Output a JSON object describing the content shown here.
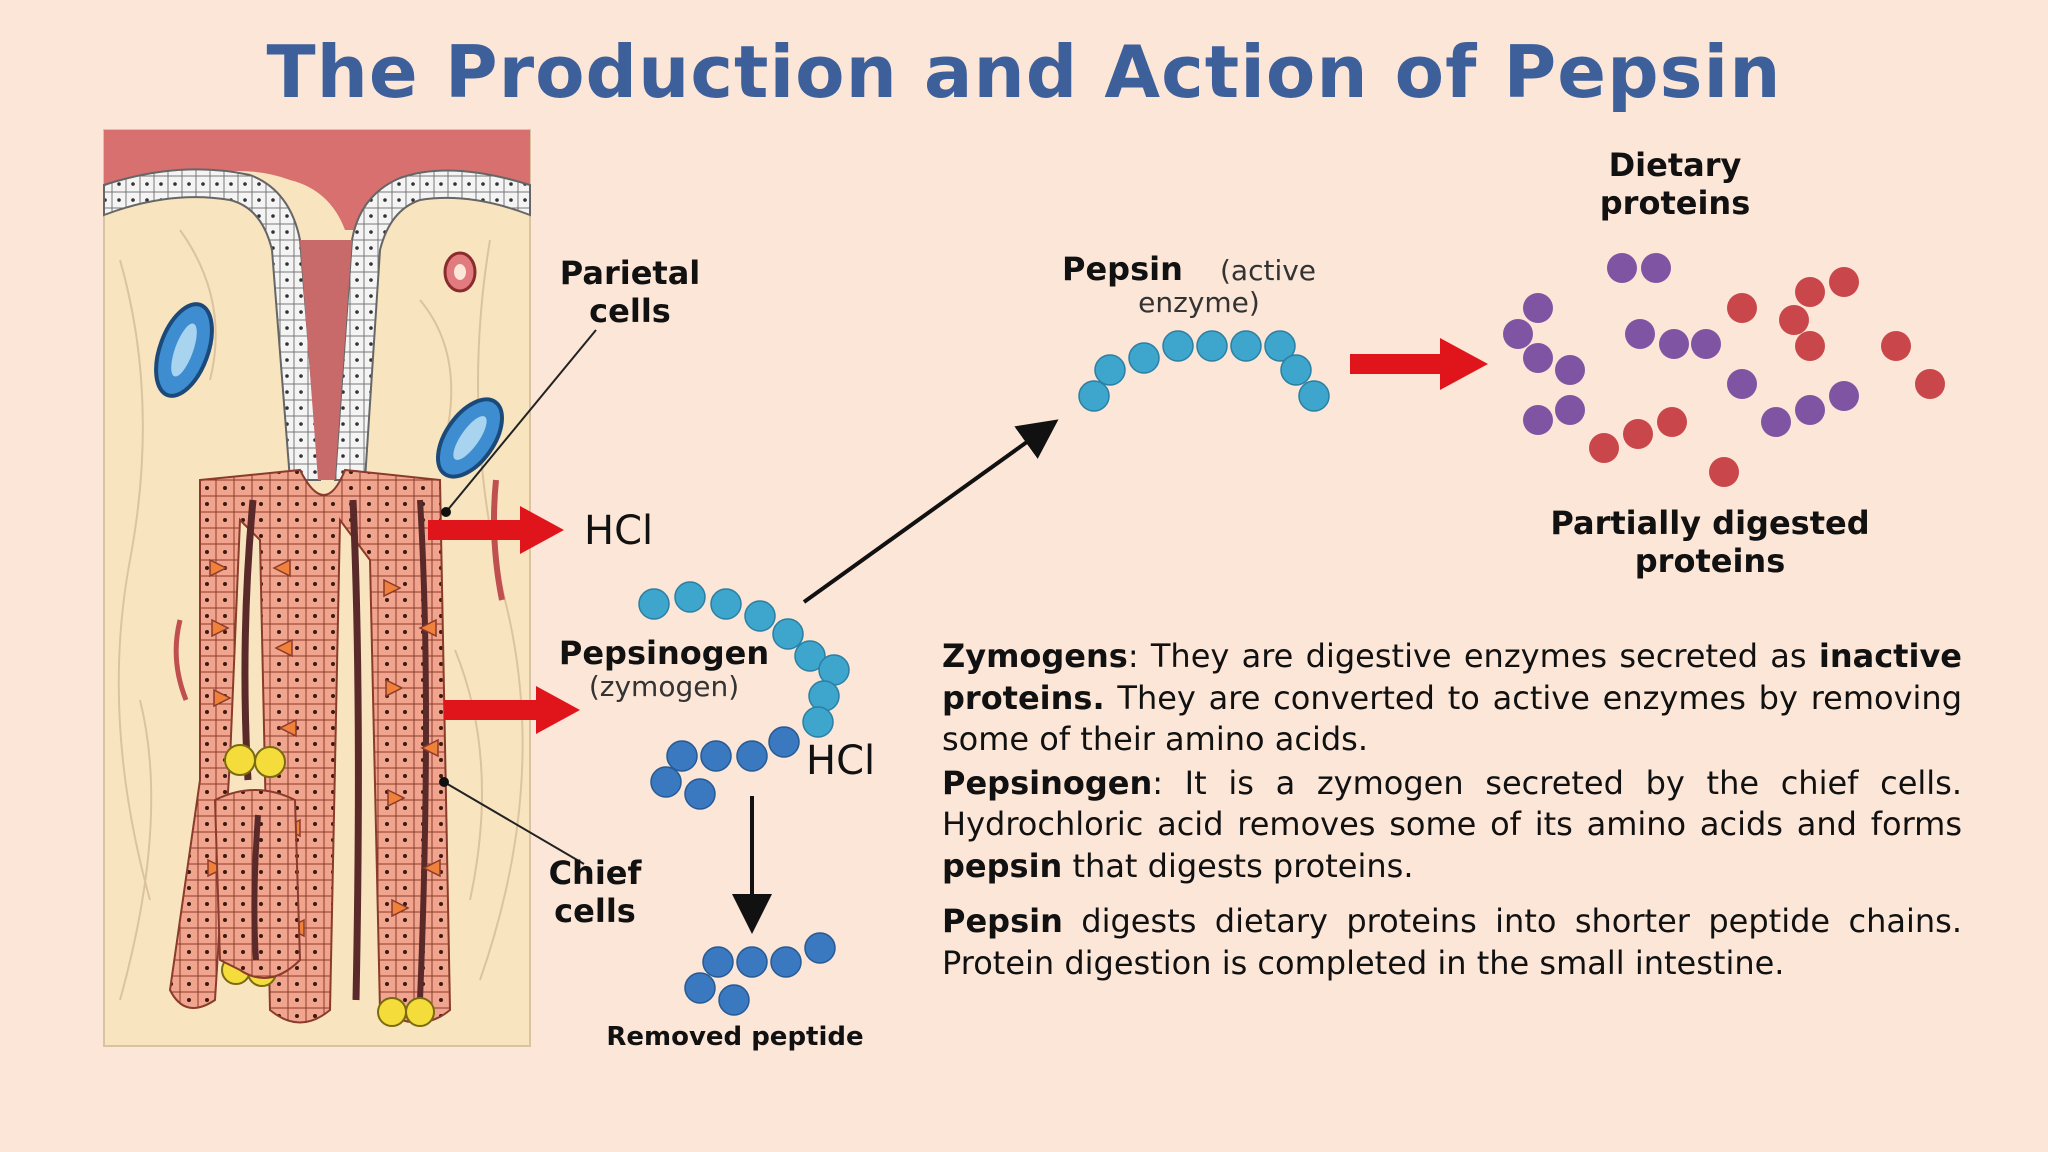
{
  "title": "The Production and Action of Pepsin",
  "labels": {
    "parietal": "Parietal cells",
    "chief": "Chief cells",
    "hcl_1": "HCl",
    "hcl_2": "HCl",
    "pepsinogen": "Pepsinogen",
    "pepsinogen_sub": "(zymogen)",
    "pepsin": "Pepsin",
    "pepsin_sub_1": "(active",
    "pepsin_sub_2": "enzyme)",
    "removed_peptide": "Removed peptide",
    "dietary_proteins": "Dietary proteins",
    "partially_digested": "Partially digested proteins"
  },
  "text": {
    "zymogens_term": "Zymogens",
    "zymogens_a": ": They are digestive enzymes secreted as ",
    "zymogens_bold": "inactive proteins.",
    "zymogens_b": " They are converted to active enzymes by removing some of their amino acids.",
    "pepsinogen_term": "Pepsinogen",
    "pepsinogen_a": ": It is a zymogen secreted by the chief cells. Hydrochloric acid removes some of its amino acids and forms ",
    "pepsinogen_bold": "pepsin",
    "pepsinogen_b": " that digests proteins.",
    "pepsin_term": "Pepsin",
    "pepsin_a": " digests dietary proteins into shorter peptide chains. Protein digestion is completed in the small intestine."
  },
  "colors": {
    "title": "#3d5f9a",
    "bead_blue": "#3ea6cc",
    "bead_darkblue": "#3a78c0",
    "protein_purple": "#7f55a3",
    "protein_red": "#c9474b",
    "arrow_red": "#e0151b",
    "background": "#fbe6d8"
  }
}
